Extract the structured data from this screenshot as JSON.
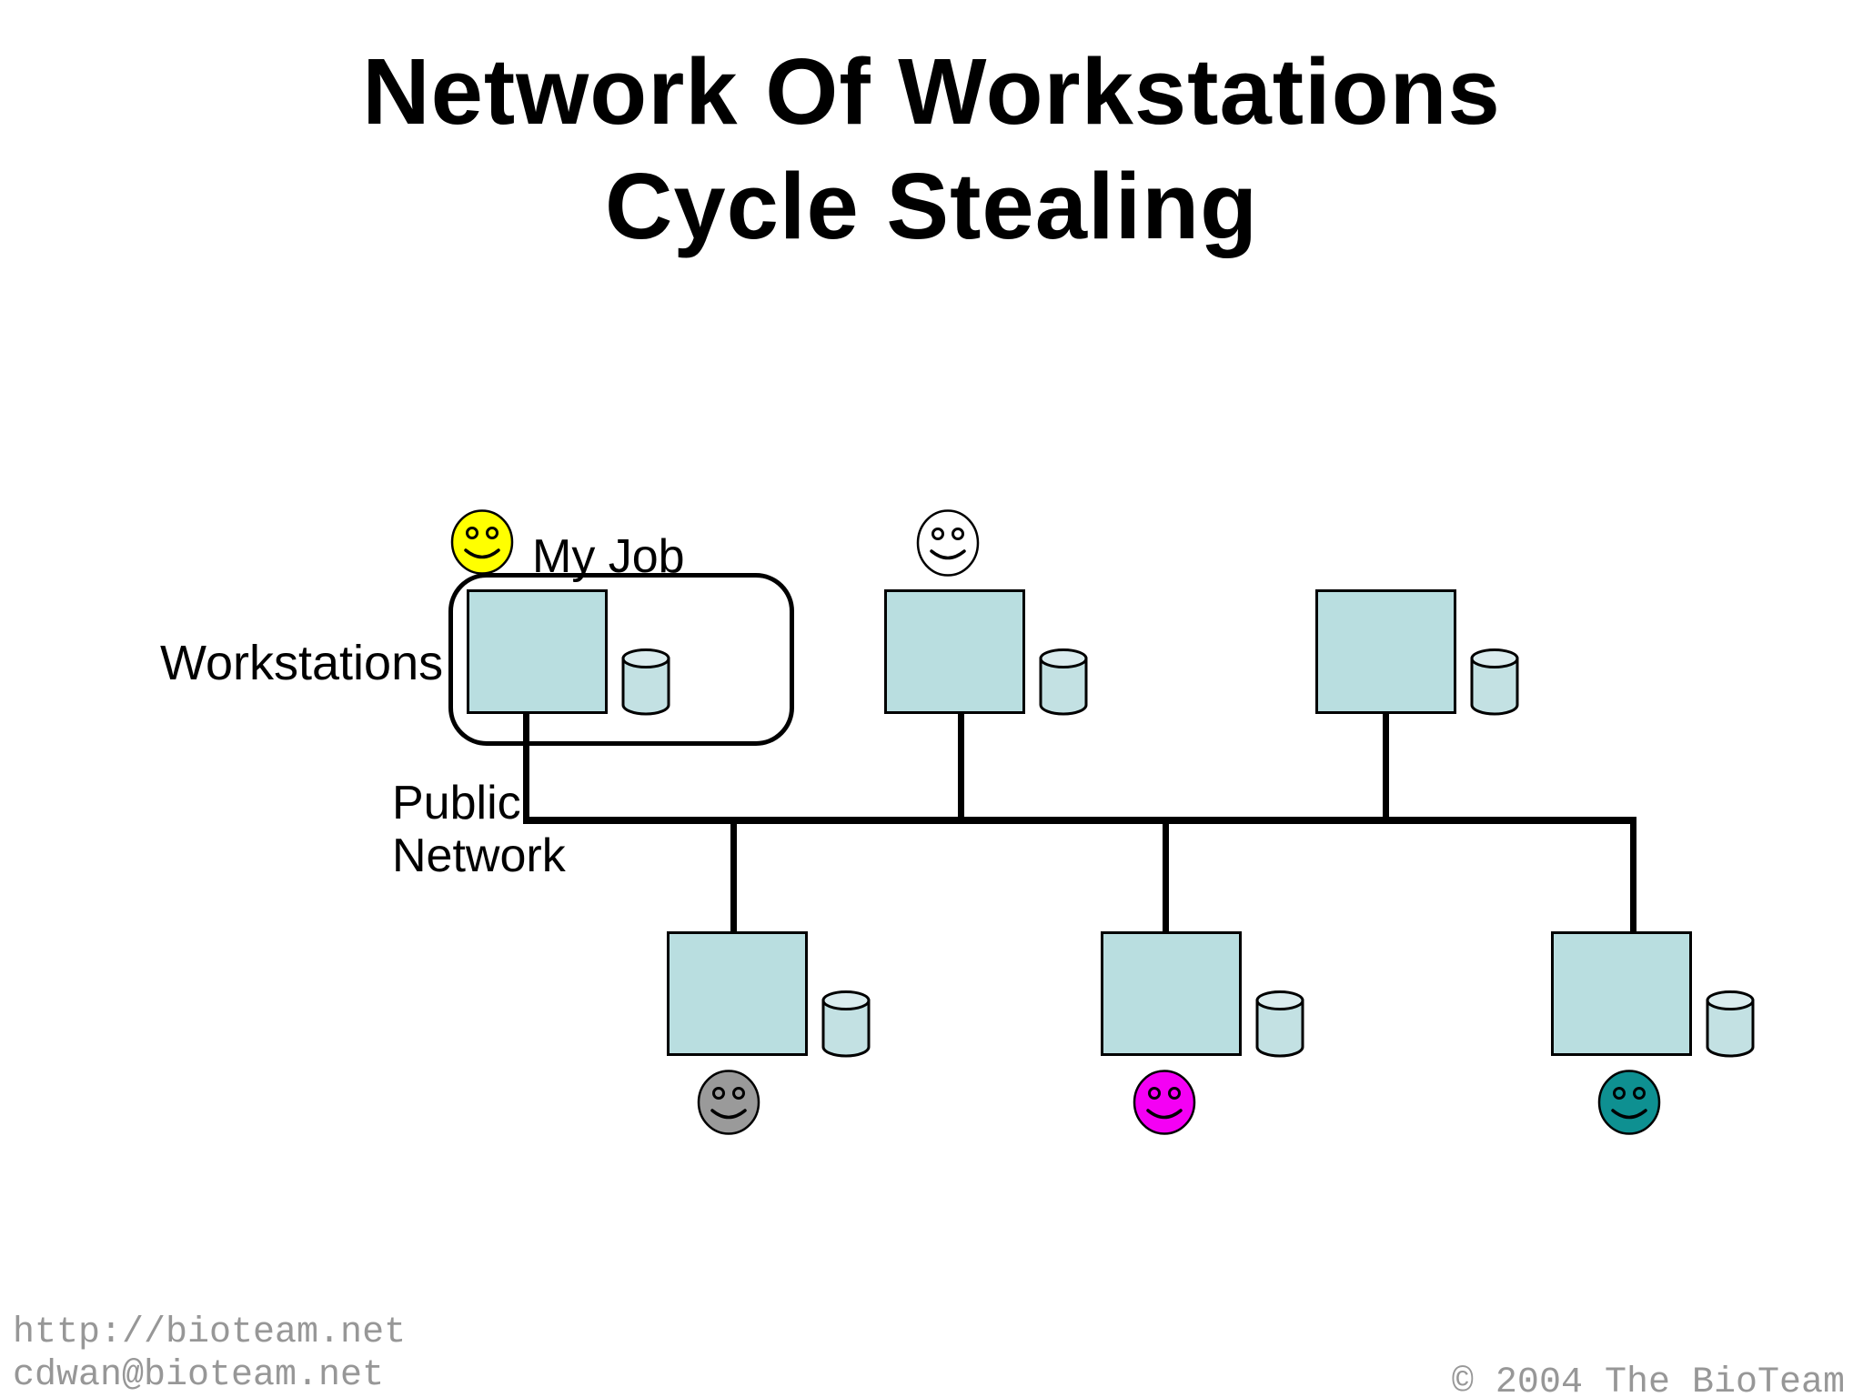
{
  "title": {
    "line1": "Network Of Workstations",
    "line2": "Cycle Stealing"
  },
  "labels": {
    "my_job": "My Job",
    "workstations": "Workstations",
    "public_network": "Public\nNetwork"
  },
  "diagram": {
    "workstation_count": 6,
    "rows": [
      "top",
      "bottom"
    ],
    "network_type": "shared bus",
    "smileys": [
      {
        "name": "yellow-smiley",
        "color": "#ffff00",
        "position": "top-left-workstation",
        "label": "My Job"
      },
      {
        "name": "white-smiley",
        "color": "#ffffff",
        "position": "top-middle-workstation",
        "label": ""
      },
      {
        "name": "gray-smiley",
        "color": "#9a9a9a",
        "position": "bottom-left-workstation",
        "label": ""
      },
      {
        "name": "magenta-smiley",
        "color": "#f400f4",
        "position": "bottom-middle-workstation",
        "label": ""
      },
      {
        "name": "teal-smiley",
        "color": "#0e9091",
        "position": "bottom-right-workstation",
        "label": ""
      }
    ]
  },
  "palette": {
    "workstation-fill": "#b9dee0",
    "cylinder-body": "#c3e1e3",
    "cylinder-top": "#daecee",
    "net-line": "#000000",
    "outline": "#000000",
    "footer-gray": "#979797"
  },
  "footer": {
    "url": "http://bioteam.net",
    "email": "cdwan@bioteam.net",
    "copyright": "© 2004 The BioTeam"
  }
}
